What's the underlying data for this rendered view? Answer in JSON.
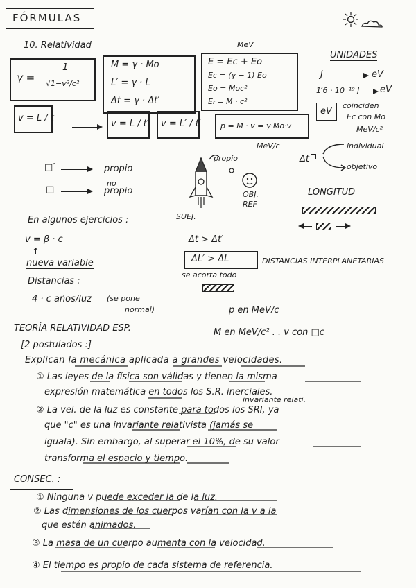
{
  "header": {
    "title": "FÓRMULAS"
  },
  "section": {
    "title": "10. Relatividad"
  },
  "formulas": {
    "gamma_lhs": "γ =",
    "gamma_num": "1",
    "gamma_den": "√1−v²/c²",
    "mass_rel": "M = γ · Mo",
    "length_rel": "L′ = γ · L",
    "time_rel": "Δt = γ · Δt′",
    "energy_unit_label": "MeV",
    "energy_total": "E = Ec + Eo",
    "energy_kin": "Ec = (γ − 1) Eo",
    "energy_rest": "Eo = Moc²",
    "energy_rel": "Eᵣ = M · c²",
    "v_eq1": "v = L / t",
    "v_eq2": "v = L / t′",
    "v_eq3": "v = L′ / t′",
    "p_eq": "p = M · v = γ·Mo·v",
    "p_unit": "MeV/c"
  },
  "units": {
    "title": "UNIDADES",
    "j_left": "J",
    "j_right": "eV",
    "conv_left": "1′6 · 10⁻¹⁹ J",
    "conv_right": "eV",
    "ev_box": "eV",
    "coinciden": "coinciden",
    "ec_con_mo": "Ec con Mo",
    "mev_c2": "MeV/c²"
  },
  "ref_frames": {
    "delta_t": "Δt",
    "individual": "individual",
    "objetivo": "objetivo",
    "prime_label": "□′",
    "prime_target": "propio",
    "plain_label": "□",
    "plain_target_top": "no",
    "plain_target": "propio",
    "propio_label": "propio",
    "suj_label": "SUEJ.",
    "obj_label": "OBJ.",
    "ref_label": "REF"
  },
  "longitud": {
    "title": "LONGITUD"
  },
  "exercises": {
    "intro": "En algunos ejercicios :",
    "v_beta": "v = β · c",
    "nueva": "nueva variable",
    "delta_rel": "Δt > Δt′",
    "delta_l": "ΔL′ > ΔL",
    "distancias_inter": "DISTANCIAS INTERPLANETARIAS",
    "se_acorta": "se acorta todo",
    "distancias": "Distancias :",
    "four_c": "4 · c años/luz",
    "se_pone": "(se pone",
    "normal": "normal)",
    "p_en": "p en MeV/c",
    "m_en": "M en MeV/c² . . v con □c"
  },
  "theory": {
    "title": "TEORÍA RELATIVIDAD ESP.",
    "postulados": "[2 postulados :]",
    "explica": "Explican la mecánica aplicada a grandes velocidades.",
    "p1_line1": "① Las leyes de la física son válidas y tienen la misma",
    "p1_line2": "expresión matemática en todos los S.R. inerciales.",
    "p2_line1": "② La vel. de la luz es constante para todos los SRI, ya",
    "p2_note": "invariante relati.",
    "p2_line2": "que \"c\" es una invariante relativista (jamás se",
    "p2_line3": "iguala). Sin embargo, al superar el 10%, de su valor",
    "p2_line4": "transforma el espacio y tiempo."
  },
  "consec": {
    "title": "CONSEC. :",
    "c1": "① Ninguna v puede exceder la de la luz.",
    "c2_line1": "② Las dimensiones de los cuerpos varían con la v a la",
    "c2_line2": "que estén animados.",
    "c3": "③ La masa de un cuerpo aumenta con la velocidad.",
    "c4": "④ El tiempo es propio de cada sistema de referencia."
  }
}
